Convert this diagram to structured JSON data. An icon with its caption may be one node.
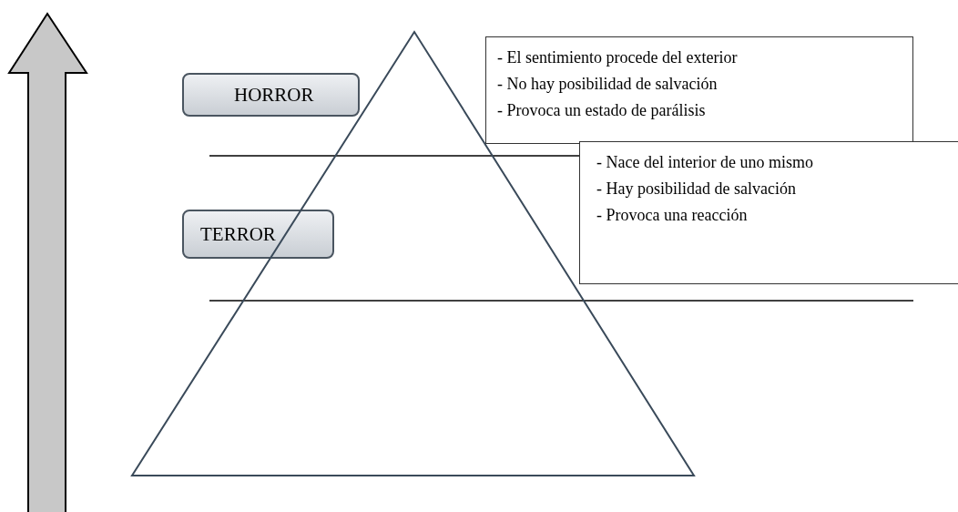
{
  "diagram": {
    "nodes": [
      {
        "text": [
          "HORROR"
        ]
      },
      {
        "text": [
          "- El sentimiento procede del exterior",
          "- No hay posibilidad de salvación",
          "- Provoca un estado de parálisis"
        ]
      },
      {
        "text": [
          "TERROR"
        ]
      },
      {
        "text": [
          "- Nace del interior de uno mismo",
          "- Hay posibilidad de salvación",
          "- Provoca una reacción"
        ]
      }
    ],
    "edges": []
  }
}
